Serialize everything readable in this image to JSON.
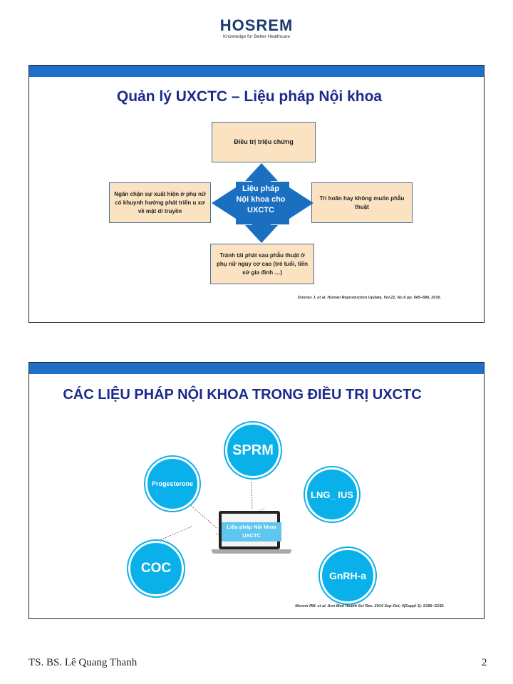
{
  "header": {
    "logo_text": "HOSREM",
    "tagline": "Knowledge for Better Healthcare"
  },
  "slide1": {
    "title": "Quản lý UXCTC – Liệu pháp Nội khoa",
    "center": "Liệu pháp Nội khoa cho UXCTC",
    "top": "Điều trị triệu chứng",
    "left": "Ngăn chặn sự xuất hiện ở phụ nữ có khuynh hướng phát triển u xơ về mặt di truyền",
    "right": "Trì hoãn hay không muốn phẫu thuật",
    "bottom": "Tránh tái phát sau phẫu thuật ở phụ nữ nguy cơ cao (trẻ tuổi, tiền sử gia đình …)",
    "citation": "Donnez J. et al. Human Reproduction Update, Vol.22, No.6 pp. 665–686, 2016."
  },
  "slide2": {
    "title": "CÁC LIỆU PHÁP NỘI KHOA TRONG ĐIỀU TRỊ UXCTC",
    "center": "Liệu pháp Nội khoa UXCTC",
    "circles": [
      "SPRM",
      "Progesterone",
      "LNG_ IUS",
      "COC",
      "GnRH-a"
    ],
    "citation": "Moroni RM. et al. Ann Med Health Sci Res. 2014 Sep-Oct; 4(Suppl 3): S185–S192."
  },
  "footer": {
    "author": "TS. BS. Lê Quang Thanh",
    "page": "2"
  }
}
